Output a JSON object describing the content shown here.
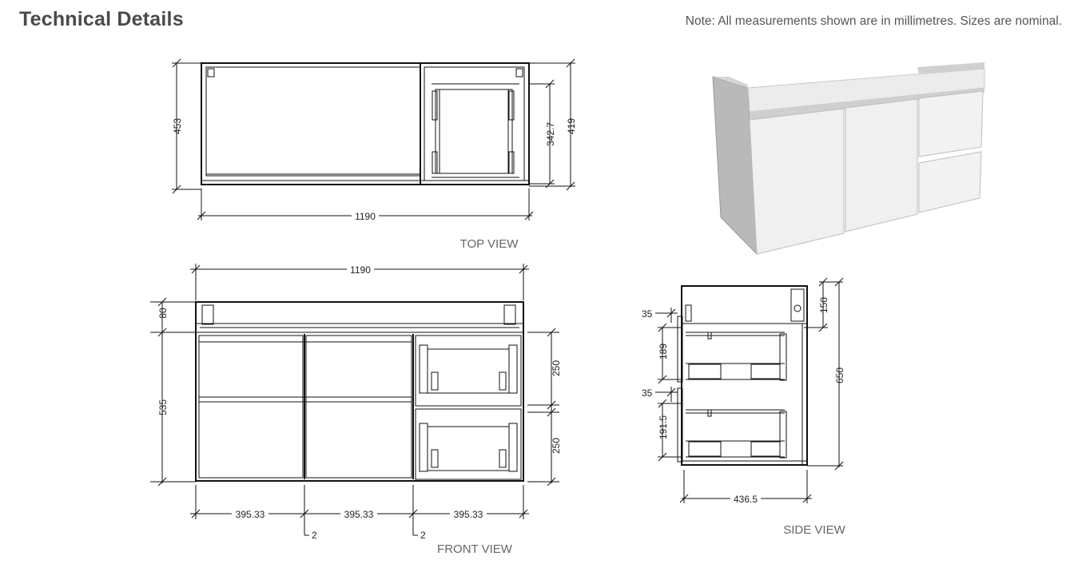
{
  "header": {
    "title": "Technical Details",
    "note": "Note: All measurements shown are in millimetres. Sizes are nominal."
  },
  "views": {
    "top": {
      "caption": "TOP VIEW",
      "width": "1190",
      "depth": "453",
      "inner_depth": "419",
      "drawer_depth": "342.7"
    },
    "front": {
      "caption": "FRONT VIEW",
      "width": "1190",
      "top_rail": "80",
      "body_height": "535",
      "drawer_upper": "250",
      "drawer_lower": "250",
      "section_1": "395.33",
      "section_2": "395.33",
      "section_3": "395.33",
      "gap_1": "2",
      "gap_2": "2"
    },
    "side": {
      "caption": "SIDE VIEW",
      "top_offset": "150",
      "total_height": "650",
      "depth": "436.5",
      "front_gap_upper": "35",
      "front_gap_lower": "35",
      "drawer_upper_height": "189",
      "drawer_lower_height": "191.5"
    }
  },
  "colors": {
    "line": "#111111",
    "caption": "#666666",
    "title": "#4a4a4a",
    "render_body": "#ebebeb",
    "render_side": "#b9b9b9"
  }
}
